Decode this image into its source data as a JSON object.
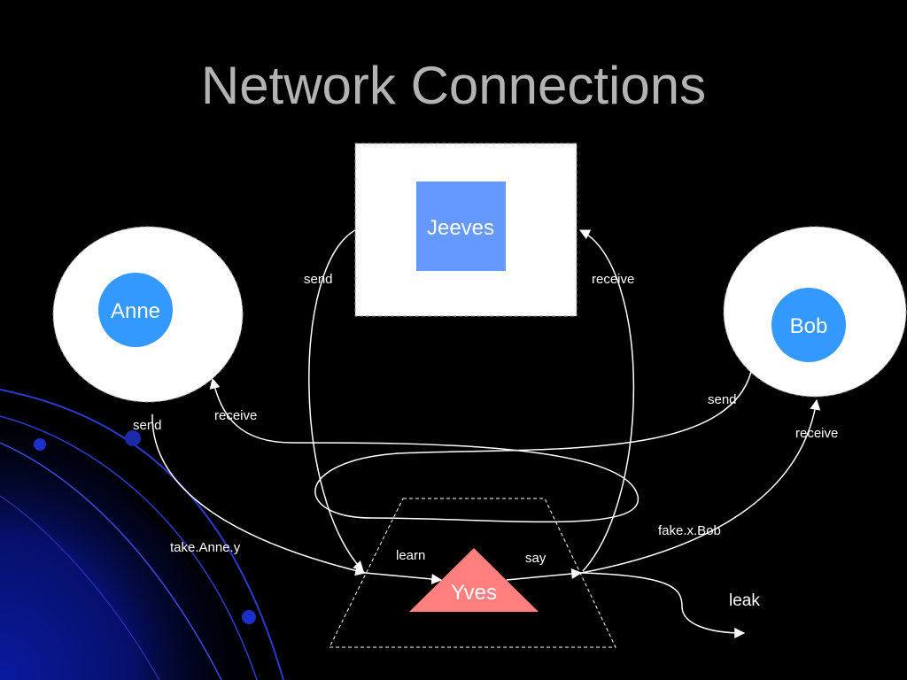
{
  "slide": {
    "title": "Network Connections"
  },
  "diagram": {
    "nodes": {
      "jeeves": "Jeeves",
      "anne": "Anne",
      "bob": "Bob",
      "yves": "Yves"
    },
    "edge_labels": {
      "jeeves_send": "send",
      "jeeves_receive": "receive",
      "anne_send": "send",
      "anne_receive": "receive",
      "bob_send": "send",
      "bob_receive": "receive",
      "take_anne_y": "take.Anne.y",
      "fake_x_bob": "fake.x.Bob",
      "learn": "learn",
      "say": "say",
      "leak": "leak"
    }
  },
  "colors": {
    "background": "#000000",
    "title": "#b3b3b3",
    "jeeves_fill": "#6699ff",
    "agent_fill": "#3399ff",
    "yves_fill": "#ff7f7f",
    "container_fill": "#ffffff",
    "line": "#ffffff"
  }
}
